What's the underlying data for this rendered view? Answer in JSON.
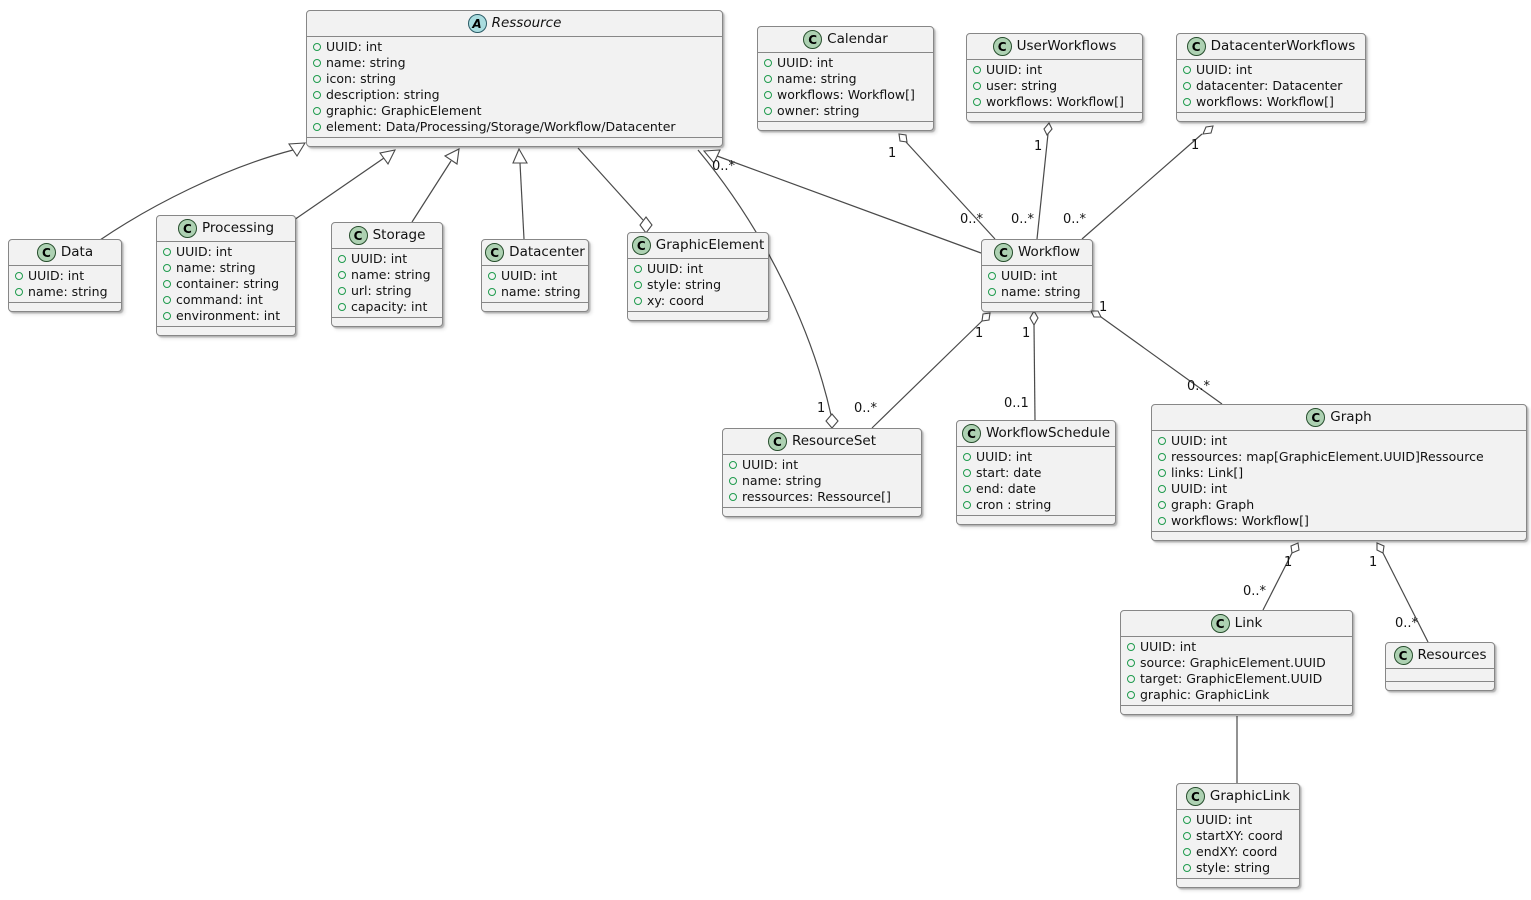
{
  "classes": {
    "ressource": {
      "badge": "A",
      "name": "Ressource",
      "attributes": [
        "UUID: int",
        "name: string",
        "icon: string",
        "description: string",
        "graphic: GraphicElement",
        "element: Data/Processing/Storage/Workflow/Datacenter"
      ]
    },
    "calendar": {
      "badge": "C",
      "name": "Calendar",
      "attributes": [
        "UUID: int",
        "name: string",
        "workflows: Workflow[]",
        "owner: string"
      ]
    },
    "user_workflows": {
      "badge": "C",
      "name": "UserWorkflows",
      "attributes": [
        "UUID: int",
        "user: string",
        "workflows: Workflow[]"
      ]
    },
    "datacenter_workflows": {
      "badge": "C",
      "name": "DatacenterWorkflows",
      "attributes": [
        "UUID: int",
        "datacenter: Datacenter",
        "workflows: Workflow[]"
      ]
    },
    "data": {
      "badge": "C",
      "name": "Data",
      "attributes": [
        "UUID: int",
        "name: string"
      ]
    },
    "processing": {
      "badge": "C",
      "name": "Processing",
      "attributes": [
        "UUID: int",
        "name: string",
        "container: string",
        "command: int",
        "environment: int"
      ]
    },
    "storage": {
      "badge": "C",
      "name": "Storage",
      "attributes": [
        "UUID: int",
        "name: string",
        "url: string",
        "capacity: int"
      ]
    },
    "datacenter": {
      "badge": "C",
      "name": "Datacenter",
      "attributes": [
        "UUID: int",
        "name: string"
      ]
    },
    "graphic_element": {
      "badge": "C",
      "name": "GraphicElement",
      "attributes": [
        "UUID: int",
        "style: string",
        "xy: coord"
      ]
    },
    "workflow": {
      "badge": "C",
      "name": "Workflow",
      "attributes": [
        "UUID: int",
        "name: string"
      ]
    },
    "resource_set": {
      "badge": "C",
      "name": "ResourceSet",
      "attributes": [
        "UUID: int",
        "name: string",
        "ressources: Ressource[]"
      ]
    },
    "workflow_schedule": {
      "badge": "C",
      "name": "WorkflowSchedule",
      "attributes": [
        "UUID: int",
        "start: date",
        "end: date",
        "cron : string"
      ]
    },
    "graph": {
      "badge": "C",
      "name": "Graph",
      "attributes": [
        "UUID: int",
        "ressources: map[GraphicElement.UUID]Ressource",
        "links: Link[]",
        "UUID: int",
        "graph: Graph",
        "workflows: Workflow[]"
      ]
    },
    "link": {
      "badge": "C",
      "name": "Link",
      "attributes": [
        "UUID: int",
        "source: GraphicElement.UUID",
        "target: GraphicElement.UUID",
        "graphic: GraphicLink"
      ]
    },
    "resources": {
      "badge": "C",
      "name": "Resources",
      "attributes": []
    },
    "graphic_link": {
      "badge": "C",
      "name": "GraphicLink",
      "attributes": [
        "UUID: int",
        "startXY: coord",
        "endXY: coord",
        "style: string"
      ]
    }
  },
  "multiplicities": {
    "resourceset_to_ressource": {
      "near_ressource": "0..*",
      "near_resourceset": "1"
    },
    "calendar_to_workflow": {
      "near_calendar": "1",
      "near_workflow": "0..*"
    },
    "userworkflows_to_workflow": {
      "near_userworkflows": "1",
      "near_workflow": "0..*"
    },
    "datacenterworkflows_to_workflow": {
      "near_datacenterworkflows": "1",
      "near_workflow": "0..*"
    },
    "workflow_to_resourceset": {
      "near_workflow": "1",
      "near_resourceset": "0..*"
    },
    "workflow_to_workflowschedule": {
      "near_workflow": "1",
      "near_workflowschedule": "0..1"
    },
    "workflow_to_graph": {
      "near_workflow": "1",
      "near_graph": "0..*"
    },
    "graph_to_link": {
      "near_graph": "1",
      "near_link": "0..*"
    },
    "graph_to_resources": {
      "near_graph": "1",
      "near_resources": "0..*"
    }
  },
  "colors": {
    "class_fill": "#f2f2f2",
    "class_border": "#878787",
    "class_badge_fill": "#add1b2",
    "abstract_badge_fill": "#a9dcdf",
    "field_bullet_green": "#1f9b4d",
    "edge_line": "#4a4a4a"
  }
}
